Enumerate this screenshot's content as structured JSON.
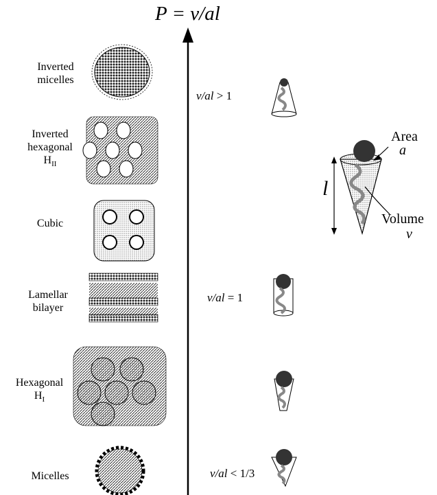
{
  "title": "P = v/al",
  "phases": [
    {
      "line1": "Inverted",
      "line2": "micelles",
      "line3": ""
    },
    {
      "line1": "Inverted",
      "line2": "hexagonal",
      "line3": "H",
      "sub": "II"
    },
    {
      "line1": "Cubic",
      "line2": "",
      "line3": ""
    },
    {
      "line1": "Lamellar",
      "line2": "bilayer",
      "line3": ""
    },
    {
      "line1": "Hexagonal",
      "line2": "H",
      "sub": "I"
    },
    {
      "line1": "Micelles",
      "line2": "",
      "line3": ""
    }
  ],
  "conditions": [
    {
      "expr": "v/al",
      "rel": " > 1"
    },
    {
      "expr": "v/al",
      "rel": " = 1"
    },
    {
      "expr": "v/al",
      "rel": " < 1/3"
    }
  ],
  "cone_diagram": {
    "area_label": "Area",
    "area_symbol": "a",
    "length_symbol": "l",
    "volume_label": "Volume",
    "volume_symbol": "v"
  }
}
